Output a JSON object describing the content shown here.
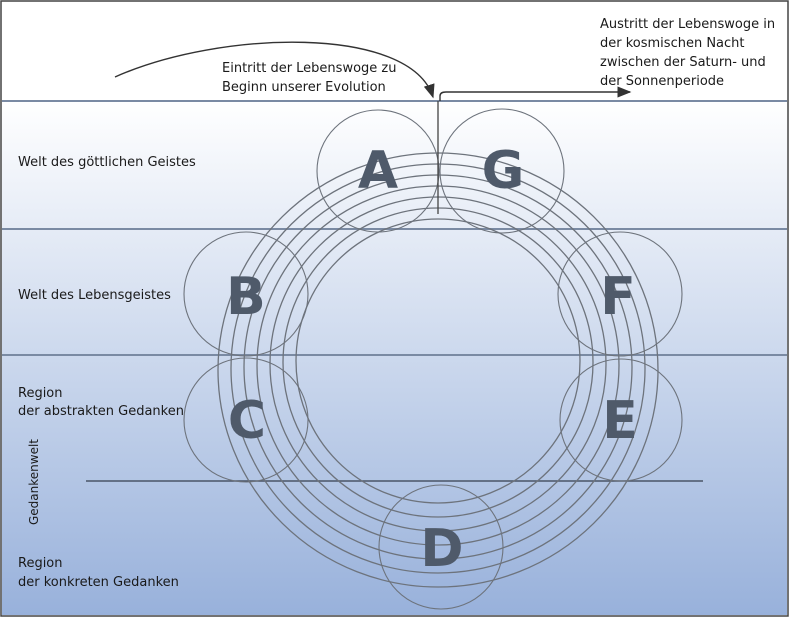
{
  "annotations": {
    "entry": [
      "Eintritt der Lebenswoge zu",
      "Beginn unserer Evolution"
    ],
    "exit": [
      "Austritt der Lebenswoge in",
      "der kosmischen Nacht",
      "zwischen der Saturn- und",
      "der Sonnenperiode"
    ]
  },
  "regions": {
    "divine_spirit": "Welt des göttlichen Geistes",
    "life_spirit": "Welt des Lebensgeistes",
    "abstract": [
      "Region",
      "der abstrakten Gedanken"
    ],
    "concrete": [
      "Region",
      "der konkreten  Gedanken"
    ],
    "thought_world": "Gedankenwelt"
  },
  "stages": [
    "A",
    "B",
    "C",
    "D",
    "E",
    "F",
    "G"
  ],
  "colors": {
    "band_top": "#ffffff",
    "band_bottom": "#98b1db",
    "lines": "#6d737c",
    "letters": "#4f5a6a"
  }
}
